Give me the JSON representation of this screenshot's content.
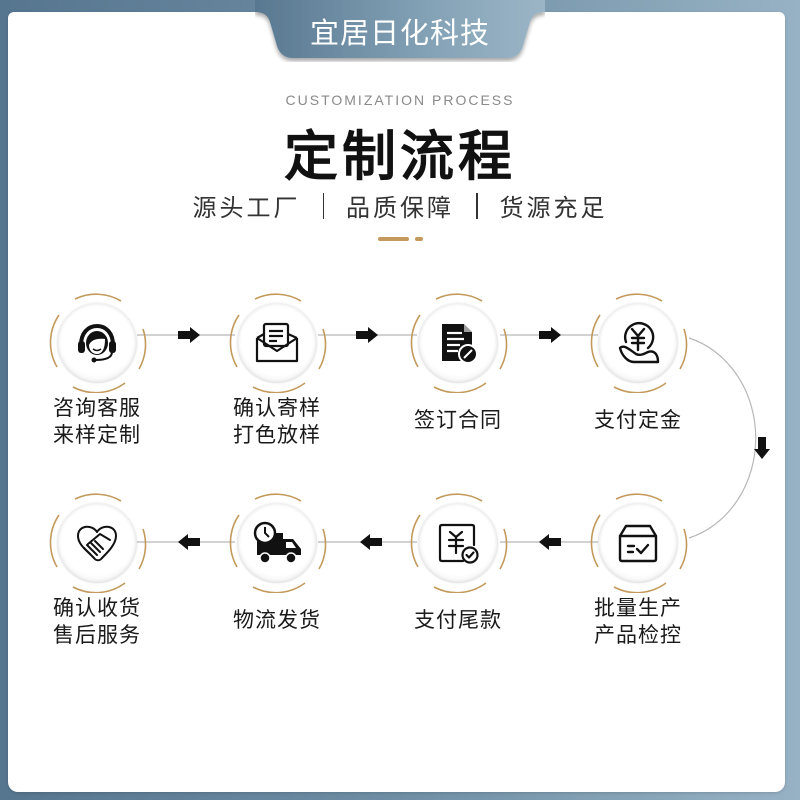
{
  "header": {
    "brand": "宜居日化科技",
    "subtitle_en": "CUSTOMIZATION PROCESS",
    "title_cn": "定制流程",
    "taglines": [
      "源头工厂",
      "品质保障",
      "货源充足"
    ]
  },
  "colors": {
    "frame_gradient_start": "#56758f",
    "frame_gradient_end": "#97b2c4",
    "accent_gold": "#c39a5c",
    "text_dark": "#111111",
    "connector_line": "#b5b5b5"
  },
  "steps": [
    {
      "order": 1,
      "icon": "customer-service-headset-icon",
      "line1": "咨询客服",
      "line2": "来样定制"
    },
    {
      "order": 2,
      "icon": "envelope-letter-icon",
      "line1": "确认寄样",
      "line2": "打色放样"
    },
    {
      "order": 3,
      "icon": "contract-sign-icon",
      "line1": "签订合同",
      "line2": ""
    },
    {
      "order": 4,
      "icon": "yuan-coin-hand-icon",
      "line1": "支付定金",
      "line2": ""
    },
    {
      "order": 5,
      "icon": "box-check-icon",
      "line1": "批量生产",
      "line2": "产品检控"
    },
    {
      "order": 6,
      "icon": "yuan-receipt-check-icon",
      "line1": "支付尾款",
      "line2": ""
    },
    {
      "order": 7,
      "icon": "delivery-truck-clock-icon",
      "line1": "物流发货",
      "line2": ""
    },
    {
      "order": 8,
      "icon": "heart-handshake-icon",
      "line1": "确认收货",
      "line2": "售后服务"
    }
  ]
}
